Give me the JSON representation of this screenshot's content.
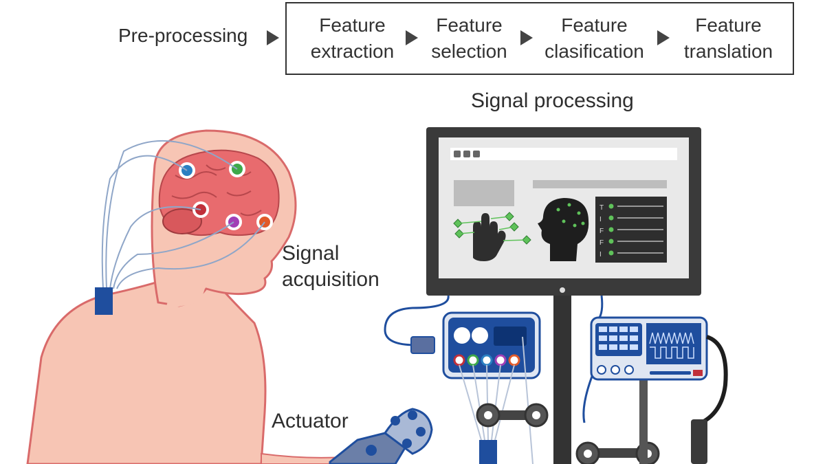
{
  "pipeline": {
    "preprocessing": "Pre-processing",
    "steps": [
      {
        "line1": "Feature",
        "line2": "extraction"
      },
      {
        "line1": "Feature",
        "line2": "selection"
      },
      {
        "line1": "Feature",
        "line2": "clasification"
      },
      {
        "line1": "Feature",
        "line2": "translation"
      }
    ]
  },
  "labels": {
    "signal_processing": "Signal processing",
    "signal_acquisition_1": "Signal",
    "signal_acquisition_2": "acquisition",
    "actuator": "Actuator"
  },
  "screen": {
    "channels": [
      "T",
      "I",
      "F",
      "F",
      "I"
    ]
  },
  "colors": {
    "skin": "#f7c5b4",
    "skin_outline": "#d96a6a",
    "brain": "#e86b6e",
    "device_blue": "#1f4e9e",
    "monitor_dark": "#3a3a3a",
    "electrode_blue": "#2a7fc2",
    "electrode_green": "#3ea84a",
    "electrode_red": "#c0303a",
    "electrode_purple": "#a13fb5",
    "electrode_orange": "#e05a2a"
  }
}
